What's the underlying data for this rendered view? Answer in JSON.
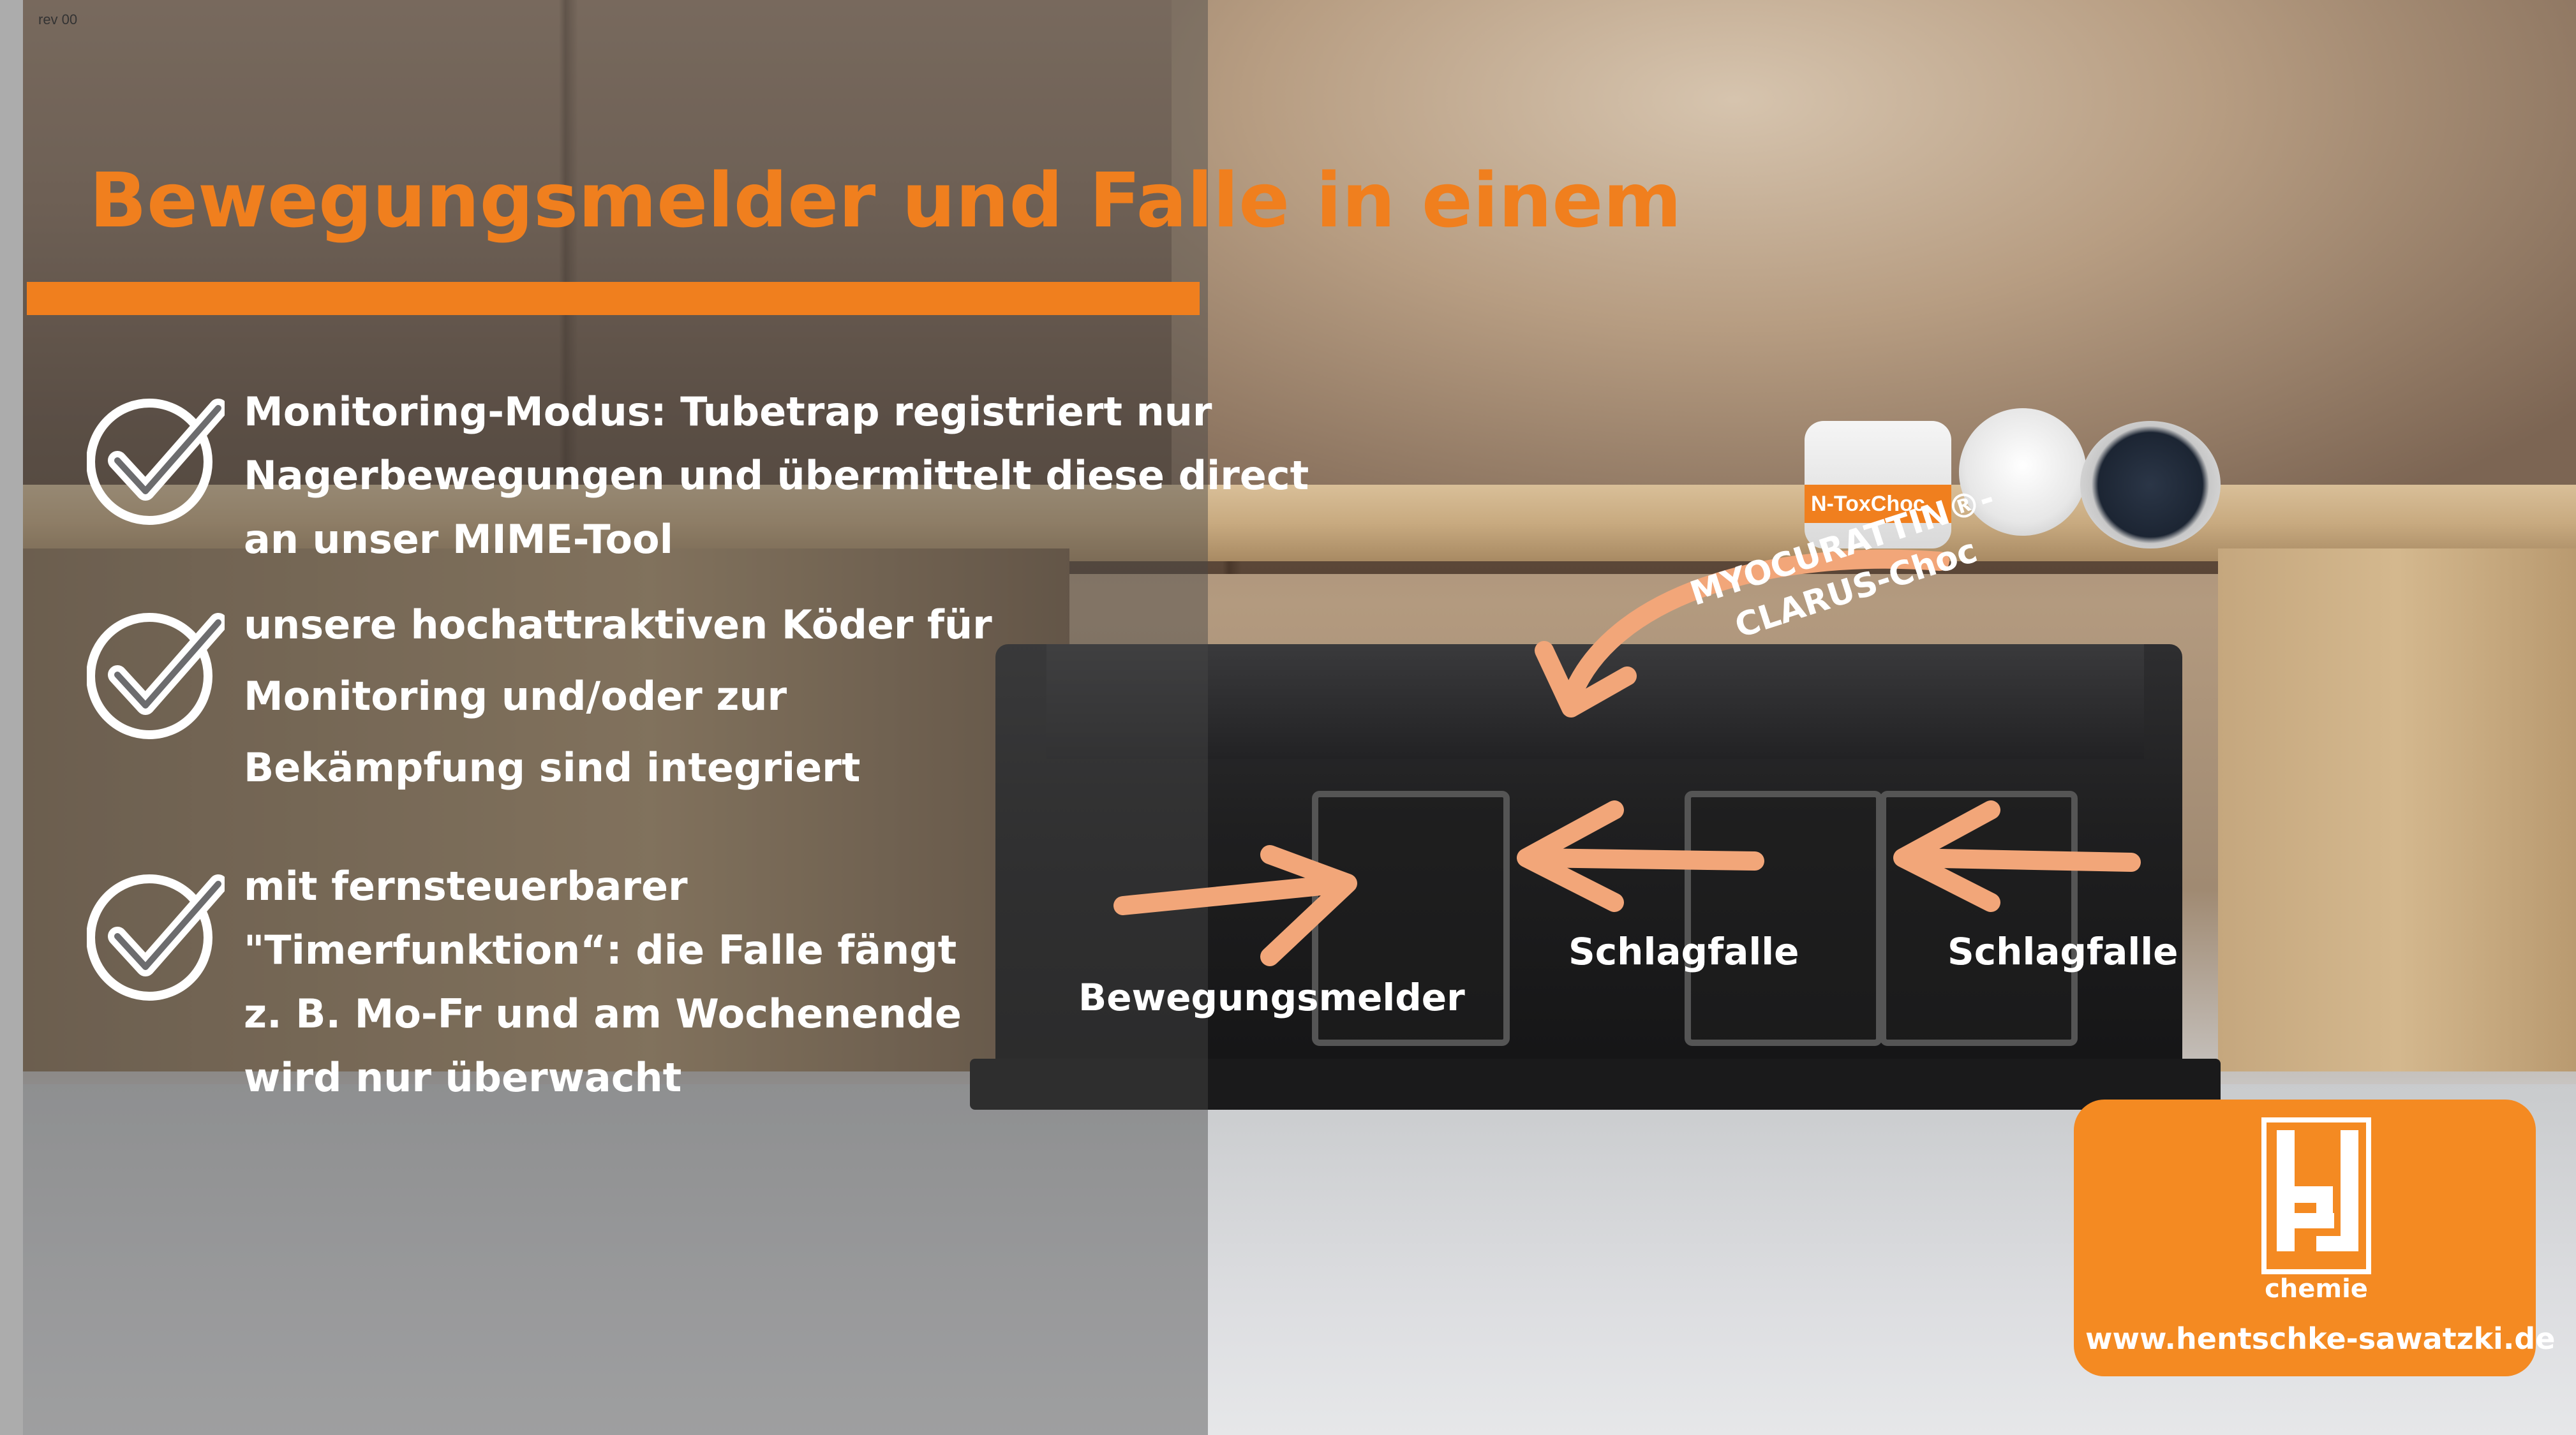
{
  "revision": "rev 00",
  "title": "Bewegungsmelder und Falle in einem",
  "colors": {
    "accent": "#f07f1e",
    "badge": "#f48a22",
    "text": "#ffffff",
    "device": "#1f1f20"
  },
  "features": [
    {
      "icon": "check-circle-icon",
      "lines": [
        "Monitoring-Modus: Tubetrap registriert nur",
        "Nagerbewegungen und übermittelt diese direct",
        "an unser MIME-Tool"
      ]
    },
    {
      "icon": "check-circle-icon",
      "lines": [
        "unsere hochattraktiven Köder für",
        "Monitoring und/oder zur",
        "Bekämpfung sind integriert"
      ]
    },
    {
      "icon": "check-circle-icon",
      "lines": [
        "mit fernsteuerbarer",
        "\"Timerfunktion“: die Falle fängt",
        "z. B. Mo-Fr und am Wochenende",
        "wird nur überwacht"
      ]
    }
  ],
  "product_labels": {
    "bait_line1": "MYOCURATTIN®-",
    "bait_line2": "CLARUS-Choc",
    "motion_sensor": "Bewegungsmelder",
    "snap_trap_1": "Schlagfalle",
    "snap_trap_2": "Schlagfalle",
    "jar_label": "N-ToxChoc"
  },
  "badge": {
    "logo_text": "chemie",
    "url": "www.hentschke-sawatzki.de"
  }
}
